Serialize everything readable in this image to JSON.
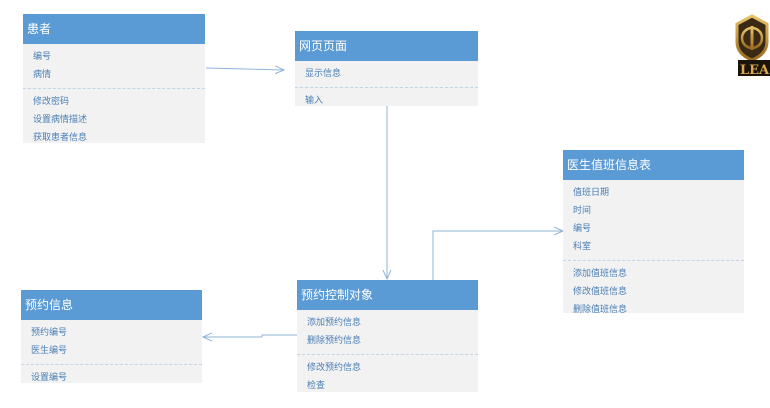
{
  "classes": {
    "patient": {
      "title": "患者",
      "attributes": [
        "编号",
        "病情"
      ],
      "methods": [
        "修改密码",
        "设置病情描述",
        "获取患者信息"
      ]
    },
    "webpage": {
      "title": "网页页面",
      "attributes": [
        "显示信息"
      ],
      "methods": [
        "输入"
      ]
    },
    "schedule": {
      "title": "医生值班信息表",
      "attributes": [
        "值班日期",
        "时间",
        "编号",
        "科室"
      ],
      "methods": [
        "添加值班信息",
        "修改值班信息",
        "删除值班信息"
      ]
    },
    "appointment": {
      "title": "预约信息",
      "attributes": [
        "预约编号",
        "医生编号"
      ],
      "methods": [
        "设置编号"
      ]
    },
    "controller": {
      "title": "预约控制对象",
      "attributes": [
        "添加预约信息",
        "删除预约信息"
      ],
      "methods": [
        "修改预约信息",
        "检查"
      ]
    }
  },
  "colors": {
    "header": "#5b9bd5",
    "body": "#f2f2f2",
    "item_text": "#4a7eb5",
    "connector": "#8fb4da"
  },
  "logo": {
    "icon": "shield-emblem-icon",
    "text": "LEA"
  }
}
